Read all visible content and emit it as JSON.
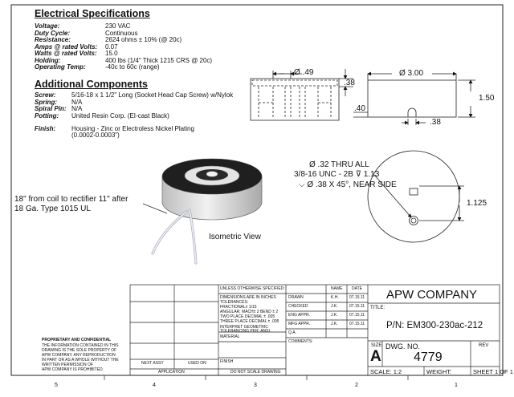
{
  "electrical": {
    "heading": "Electrical Specifications",
    "rows": [
      {
        "label": "Voltage:",
        "value": "230 VAC"
      },
      {
        "label": "Duty Cycle:",
        "value": "Continuous"
      },
      {
        "label": "Resistance:",
        "value": "2624 ohms ± 10% (@ 20c)"
      },
      {
        "label": "Amps @ rated Volts:",
        "value": "0.07"
      },
      {
        "label": "Watts @ rated Volts:",
        "value": "15.0"
      },
      {
        "label": "Holding:",
        "value": "400 lbs (1/4\" Thick 1215 CRS @ 20c)"
      },
      {
        "label": "Operating Temp:",
        "value": "-40c to 60c (range)"
      }
    ]
  },
  "additional": {
    "heading": "Additional Components",
    "rows": [
      {
        "label": "Screw:",
        "value": "5/16-18 x 1 1/2\" Long (Socket Head Cap Screw) w/Nylok"
      },
      {
        "label": "Spring:",
        "value": "N/A"
      },
      {
        "label": "Spiral Pin:",
        "value": "N/A"
      },
      {
        "label": "Potting:",
        "value": "United Resin Corp. (EI-cast Black)"
      }
    ],
    "finish_label": "Finish:",
    "finish_value_1": "Housing - Zinc or Electroless Nickel Plating",
    "finish_value_2": "(0.0002-0.0003\")"
  },
  "dims": {
    "d_049": "Ø .49",
    "d_038a": ".38",
    "d_300": "Ø 3.00",
    "d_150": "1.50",
    "d_040": ".40",
    "d_038b": ".38",
    "d_1125": "1.125",
    "hole_1": "Ø .32 THRU ALL",
    "hole_2": "3/8-16 UNC - 2B ⊽ 1.13",
    "hole_3": "⌵ Ø .38 X 45°, NEAR SIDE"
  },
  "notes": {
    "wire_1": "18\" from coil to rectifier 11\" after",
    "wire_2": "18 Ga. Type 1015 UL",
    "iso": "Isometric View"
  },
  "title_block": {
    "unless": "UNLESS OTHERWISE SPECIFIED:",
    "dims_in": "DIMENSIONS ARE IN INCHES",
    "tol": "TOLERANCES:",
    "fractional": "FRACTIONAL± 1/15",
    "angular": "ANGULAR: MACH± 2   BEND ± 2",
    "two_place": "TWO PLACE DECIMAL   ± .005",
    "three_place": "THREE PLACE DECIMAL  ± .005",
    "interpret_1": "INTERPRET GEOMETRIC",
    "interpret_2": "TOLERANCING PER: ANSI",
    "material": "MATERIAL",
    "finish": "FINISH",
    "no_scale": "DO NOT SCALE DRAWING",
    "next_assy": "NEXT ASSY",
    "used_on": "USED ON",
    "application": "APPLICATION",
    "name_hdr": "NAME",
    "date_hdr": "DATE",
    "drawn": "DRAWN",
    "checked": "CHECKED",
    "eng_appr": "ENG APPR.",
    "mfg_appr": "MFG APPR.",
    "qa": "Q.A.",
    "comments": "COMMENTS:",
    "drawn_name": "K.H.",
    "checked_name": "J.K.",
    "eng_name": "J.K.",
    "mfg_name": "J.K.",
    "drawn_date": "07.15.11",
    "checked_date": "07.15.11",
    "eng_date": "07.15.11",
    "mfg_date": "07.15.11",
    "company": "APW COMPANY",
    "title_label": "TITLE:",
    "part_no": "P/N: EM300-230ac-212",
    "size_label": "SIZE",
    "size": "A",
    "dwg_label": "DWG.  NO.",
    "dwg_no": "4779",
    "rev_label": "REV",
    "scale": "SCALE: 1:2",
    "weight": "WEIGHT:",
    "sheet": "SHEET 1 OF 1",
    "prop_title": "PROPRIETARY AND CONFIDENTIAL",
    "prop_1": "THE INFORMATION CONTAINED IN THIS",
    "prop_2": "DRAWING IS THE SOLE PROPERTY OF",
    "prop_3": "APW COMPANY.  ANY REPRODUCTION",
    "prop_4": "IN PART OR AS A WHOLE WITHOUT THE",
    "prop_5": "WRITTEN PERMISSION OF",
    "prop_6": "APW COMPANY IS PROHIBITED."
  },
  "zones": [
    "5",
    "4",
    "3",
    "2",
    "1"
  ],
  "colors": {
    "line": "#222222",
    "housing": "#dcdcdc",
    "potting": "#1a1a1a",
    "wire": "#e8e8ee"
  }
}
